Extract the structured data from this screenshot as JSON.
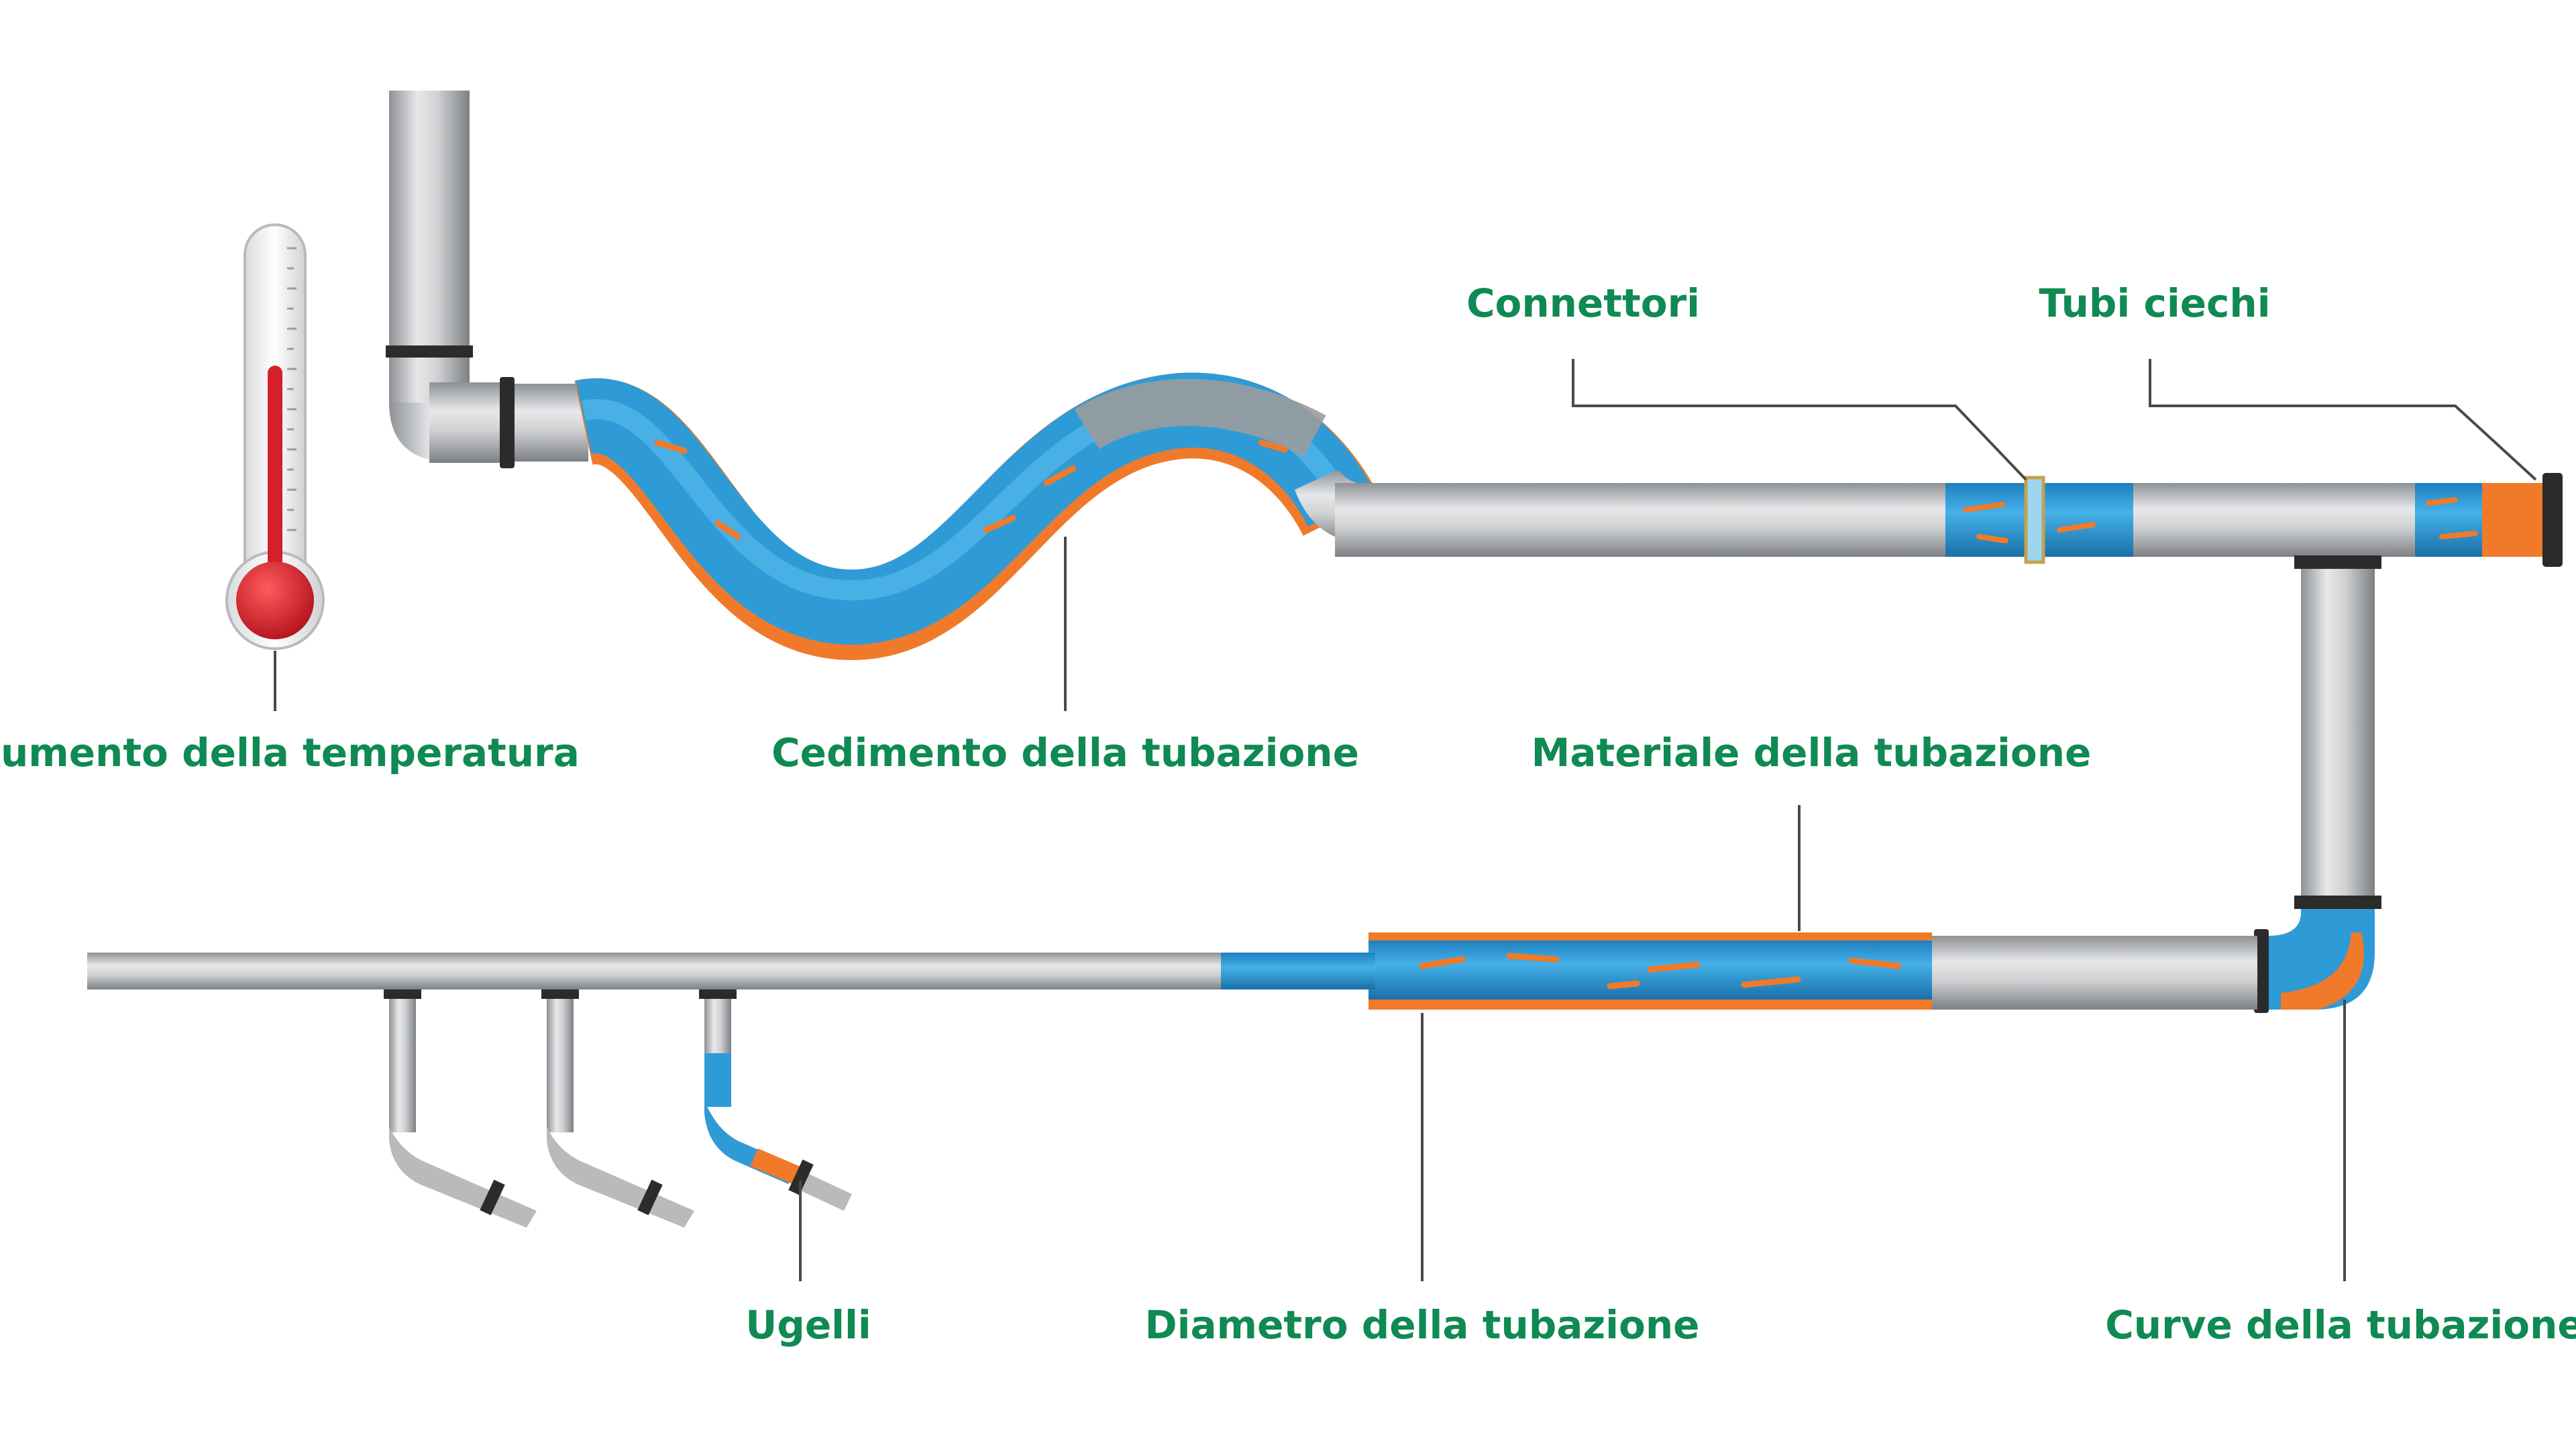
{
  "labels": {
    "temperature": "Aumento della temperatura",
    "sagging": "Cedimento della tubazione",
    "connectors": "Connettori",
    "dead_legs": "Tubi ciechi",
    "material": "Materiale della tubazione",
    "nozzles": "Ugelli",
    "diameter": "Diametro della tubazione",
    "bends": "Curve della tubazione"
  },
  "colors": {
    "label": "#0f8a52",
    "pipe_steel": "#c4c6c8",
    "water": "#2f9bd6",
    "rust": "#f07a2a",
    "thermometer_red": "#d3202a"
  },
  "icons": {
    "thermometer": "thermometer-icon"
  }
}
